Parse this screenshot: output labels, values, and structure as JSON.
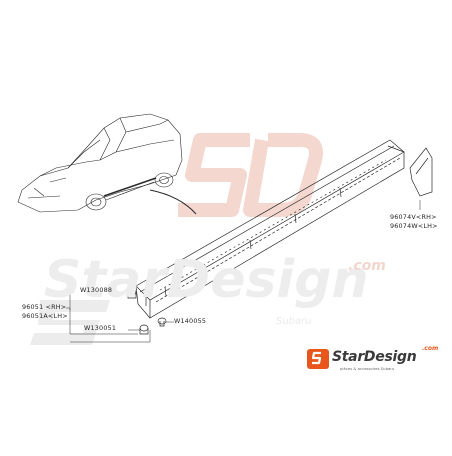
{
  "colors": {
    "line": "#2a2a2a",
    "watermark": "#f3d9d2",
    "watermark_text": "#e9e9e9",
    "brand_orange": "#e8561c",
    "brand_dark": "#3a3a3a"
  },
  "watermark": {
    "logo": "SD",
    "domain": ".com",
    "brand": "StarDesign",
    "subtitle": "Subaru"
  },
  "parts": {
    "side_skirt_labels": [
      "96051 <RH>",
      "96051A<LH>"
    ],
    "clip_top": "W130088",
    "clip_bottom": "W130051",
    "screw": "W140055",
    "end_piece_labels": [
      "96074V<RH>",
      "96074W<LH>"
    ]
  },
  "badge": {
    "brand": "StarDesign",
    "domain": ".com",
    "tagline": "pièces & accessoires Subaru"
  }
}
